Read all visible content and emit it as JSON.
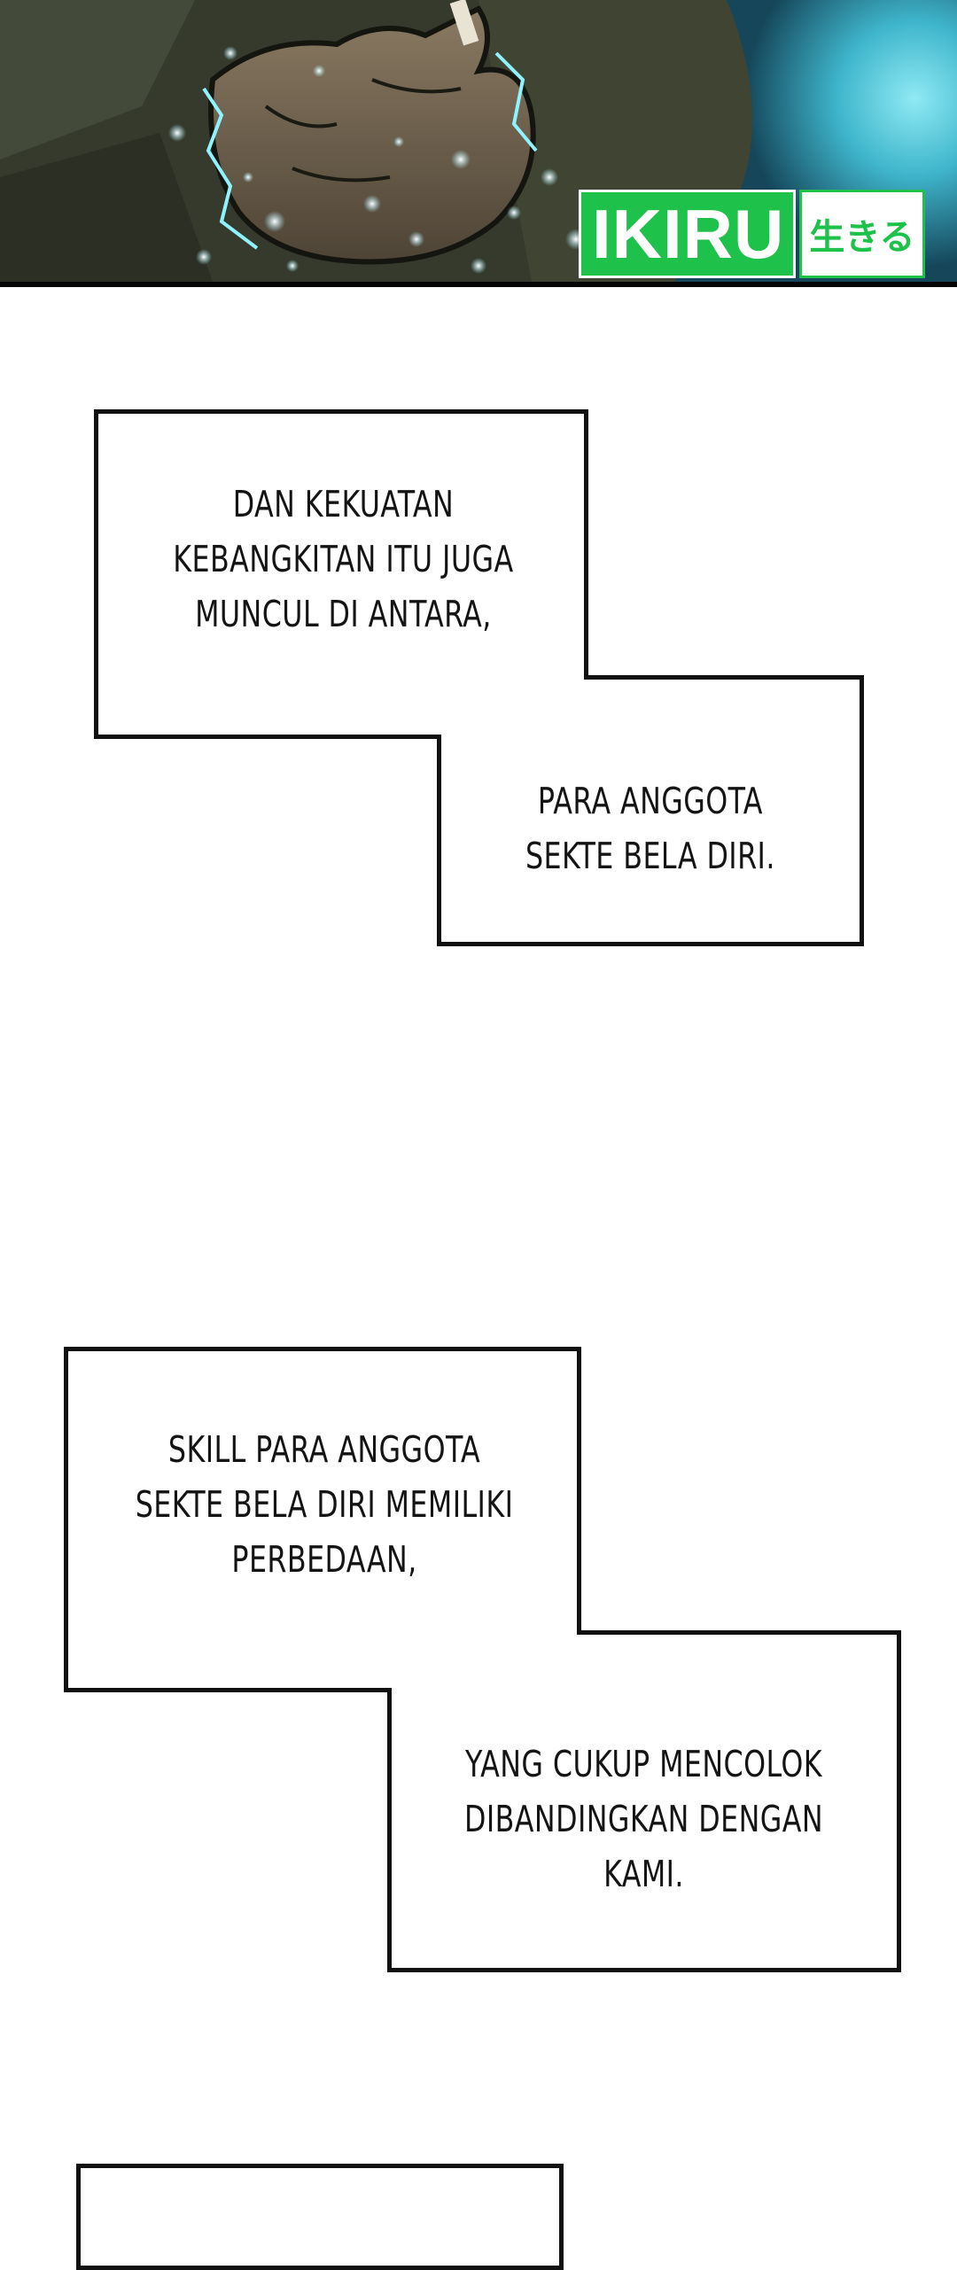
{
  "watermark": {
    "brand": "IKIRU",
    "brand_jp": "生きる",
    "brand_color": "#1ec24a"
  },
  "narrations": [
    {
      "parts": [
        "DAN KEKUATAN\nKEBANGKITAN ITU JUGA\nMUNCUL DI ANTARA,",
        "PARA ANGGOTA\nSEKTE BELA DIRI."
      ]
    },
    {
      "parts": [
        "SKILL PARA ANGGOTA\nSEKTE BELA DIRI MEMILIKI\nPERBEDAAN,",
        "YANG CUKUP MENCOLOK\nDIBANDINGKAN DENGAN\nKAMI."
      ]
    }
  ],
  "colors": {
    "background": "#ffffff",
    "ink": "#111111",
    "aura": "#5fd6e6"
  }
}
